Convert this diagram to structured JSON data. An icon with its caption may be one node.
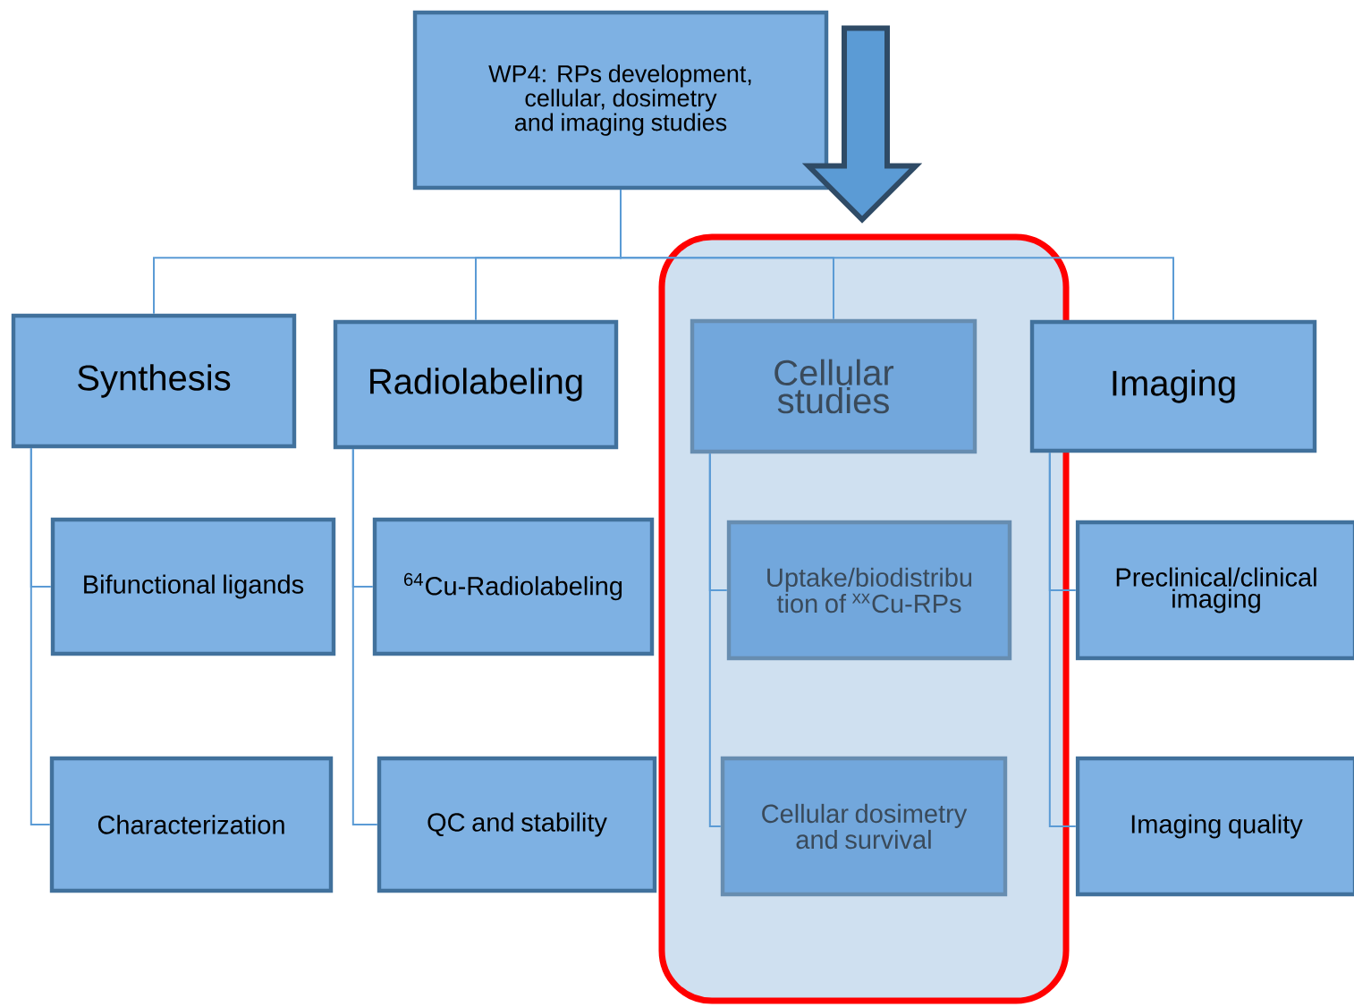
{
  "diagram": {
    "nodes": [
      {
        "text": [
          "WP4: RPs development, cellular, dosimetry and imaging studies"
        ]
      },
      {
        "text": [
          "Synthesis"
        ]
      },
      {
        "text": [
          "Radiolabeling"
        ]
      },
      {
        "text": [],
        "shape": "box"
      },
      {
        "text": [
          "Cellular studies"
        ],
        "in": 3
      },
      {
        "text": [
          "Imaging"
        ]
      },
      {
        "text": [
          "Bifunctional ligands"
        ]
      },
      {
        "text": [
          "$^{64}$Cu-Radiolabeling"
        ]
      },
      {
        "text": [
          "Uptake/biodistribu tion of $^{xx}$Cu-RPs"
        ],
        "in": 3
      },
      {
        "text": [
          "Preclinical/clinical imaging"
        ]
      },
      {
        "text": [
          "Characterization"
        ]
      },
      {
        "text": [
          "QC and stability"
        ]
      },
      {
        "text": [
          "Cellular dosimetry and survival"
        ],
        "in": 3
      },
      {
        "text": [
          "Imaging quality"
        ]
      }
    ],
    "edges": [
      {
        "from": 0,
        "to": 3,
        "arrow": "to",
        "style": "thick",
        "color": "#5b9bd5"
      },
      {
        "from": 0,
        "to": 1,
        "arrow": "none"
      },
      {
        "from": 0,
        "to": 2,
        "arrow": "none"
      },
      {
        "from": 0,
        "to": 4,
        "arrow": "none"
      },
      {
        "from": 0,
        "to": 5,
        "arrow": "none"
      },
      {
        "from": 1,
        "to": 6,
        "arrow": "none"
      },
      {
        "from": 1,
        "to": 10,
        "arrow": "none"
      },
      {
        "from": 2,
        "to": 7,
        "arrow": "none"
      },
      {
        "from": 2,
        "to": 11,
        "arrow": "none"
      },
      {
        "from": 4,
        "to": 8,
        "arrow": "none"
      },
      {
        "from": 4,
        "to": 12,
        "arrow": "none"
      },
      {
        "from": 5,
        "to": 9,
        "arrow": "none"
      },
      {
        "from": 5,
        "to": 13,
        "arrow": "none"
      }
    ]
  }
}
